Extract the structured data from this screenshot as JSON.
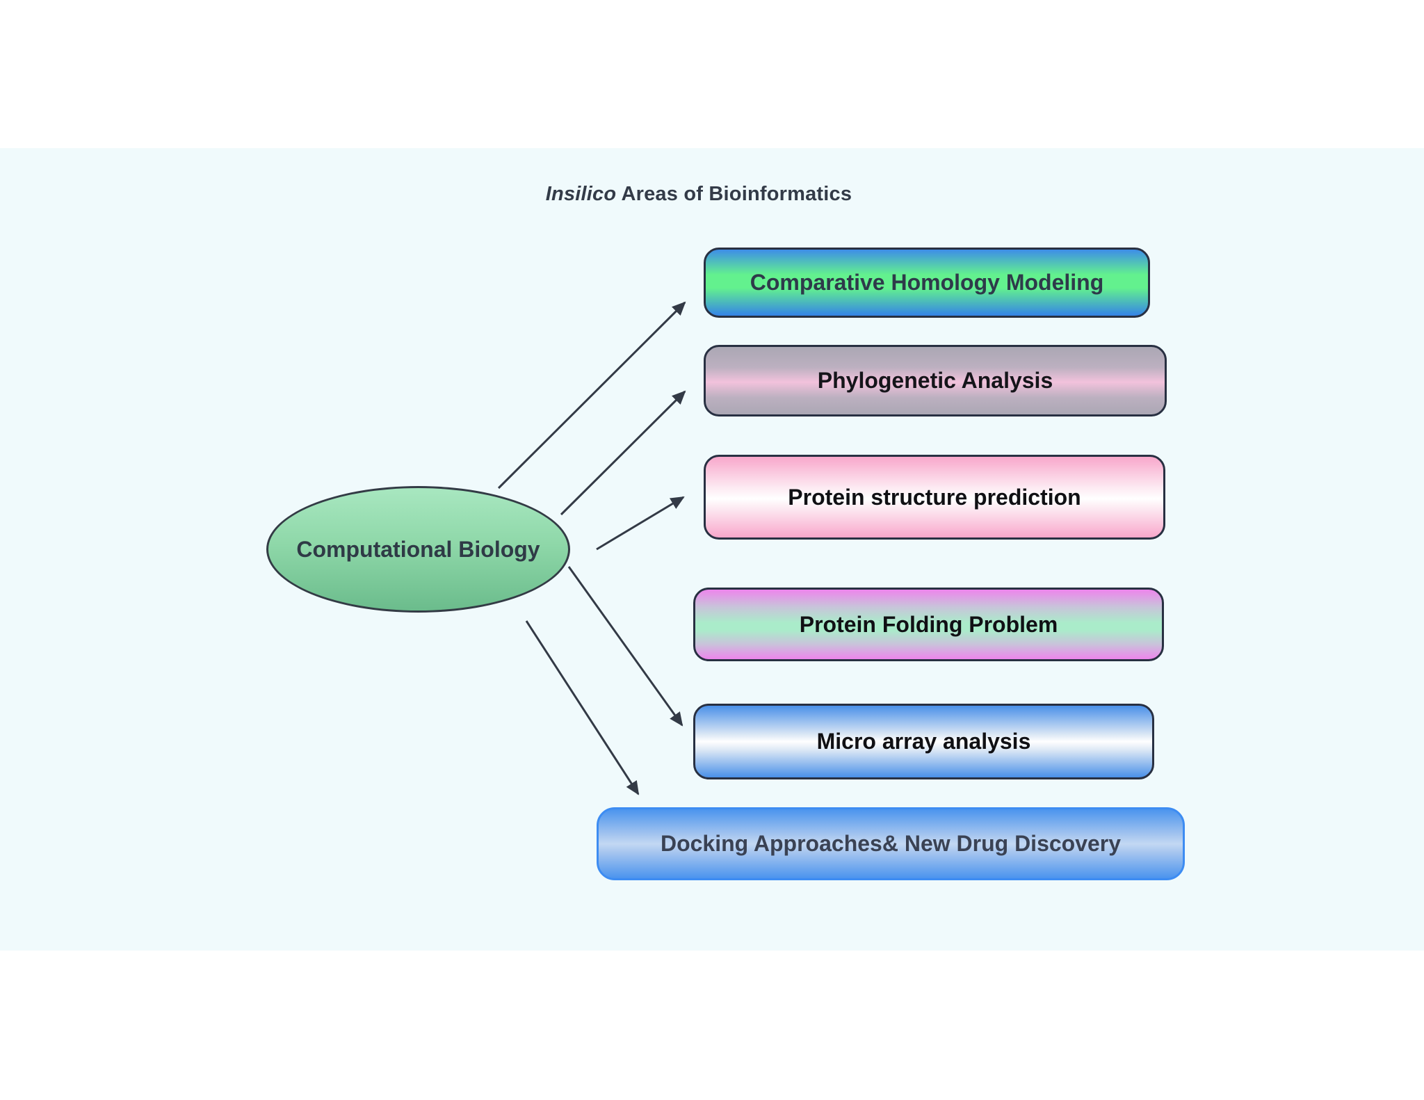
{
  "title": {
    "italic_part": "Insilico",
    "rest_part": " Areas of Bioinformatics"
  },
  "root_node": {
    "id": "computational-biology",
    "label": "Computational Biology",
    "fill_top": "#a8e7c0",
    "fill_bottom": "#6bbc8c",
    "border_color": "#333b45"
  },
  "nodes": [
    {
      "id": "comparative-homology-modeling",
      "label": "Comparative Homology Modeling",
      "gradient": [
        "#3d8de8",
        "#63f18e",
        "#3583e8"
      ],
      "border_color": "#283042",
      "text_color": "#2e3a4a"
    },
    {
      "id": "phylogenetic-analysis",
      "label": "Phylogenetic Analysis",
      "gradient": [
        "#aba7b4",
        "#f2c2dc",
        "#aba7b4"
      ],
      "border_color": "#283042",
      "text_color": "#15151a"
    },
    {
      "id": "protein-structure-prediction",
      "label": "Protein structure prediction",
      "gradient": [
        "#f8a7cb",
        "#ffffff",
        "#f8a7cb"
      ],
      "border_color": "#283042",
      "text_color": "#101014"
    },
    {
      "id": "protein-folding-problem",
      "label": "Protein Folding Problem",
      "gradient": [
        "#ed85ec",
        "#aaecca",
        "#ed85ec"
      ],
      "border_color": "#283042",
      "text_color": "#101014"
    },
    {
      "id": "micro-array-analysis",
      "label": "Micro array analysis",
      "gradient": [
        "#4a90e8",
        "#ffffff",
        "#4a90e8"
      ],
      "border_color": "#283042",
      "text_color": "#101014"
    },
    {
      "id": "docking-approaches-new-drug-discovery",
      "label": "Docking Approaches& New Drug Discovery",
      "gradient": [
        "#4b94ee",
        "#c3d8f3",
        "#4b94ee"
      ],
      "border_color": "#3d8cf2",
      "text_color": "#3a4254"
    }
  ],
  "edges": [
    {
      "from": "computational-biology",
      "to": "comparative-homology-modeling"
    },
    {
      "from": "computational-biology",
      "to": "phylogenetic-analysis"
    },
    {
      "from": "computational-biology",
      "to": "protein-structure-prediction"
    },
    {
      "from": "computational-biology",
      "to": "micro-array-analysis"
    },
    {
      "from": "computational-biology",
      "to": "docking-approaches-new-drug-discovery"
    }
  ],
  "colors": {
    "page_background": "#ffffff",
    "band_background": "#f0fafc",
    "arrow": "#333a46"
  }
}
